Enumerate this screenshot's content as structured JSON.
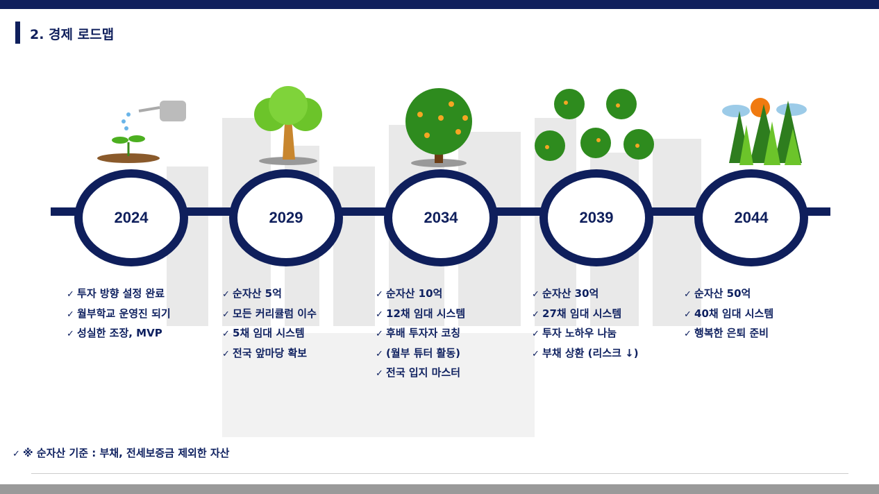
{
  "title": "2. 경제 로드맵",
  "milestones": [
    {
      "year": "2024",
      "icon": "sprout-watering-can-icon",
      "items": [
        "투자 방향 설정 완료",
        "월부학교 운영진 되기",
        "성실한 조장, MVP"
      ]
    },
    {
      "year": "2029",
      "icon": "young-tree-icon",
      "items": [
        "순자산 5억",
        "모든 커리큘럼 이수",
        "5채 임대 시스템",
        "전국 앞마당 확보"
      ]
    },
    {
      "year": "2034",
      "icon": "fruit-tree-icon",
      "items": [
        "순자산 10억",
        "12채 임대 시스템",
        "후배 투자자 코칭",
        "(월부 튜터 활동)",
        "전국 입지 마스터"
      ]
    },
    {
      "year": "2039",
      "icon": "orchard-icon",
      "items": [
        "순자산 30억",
        "27채 임대 시스템",
        "투자 노하우 나눔",
        "부채 상환 (리스크 ↓)"
      ]
    },
    {
      "year": "2044",
      "icon": "forest-icon",
      "items": [
        "순자산 50억",
        "40채 임대 시스템",
        "행복한 은퇴 준비"
      ]
    }
  ],
  "note": "※ 순자산 기준 : 부채, 전세보증금 제외한 자산",
  "colors": {
    "navy": "#0f1f5c",
    "gray": "#9a9a9a"
  }
}
